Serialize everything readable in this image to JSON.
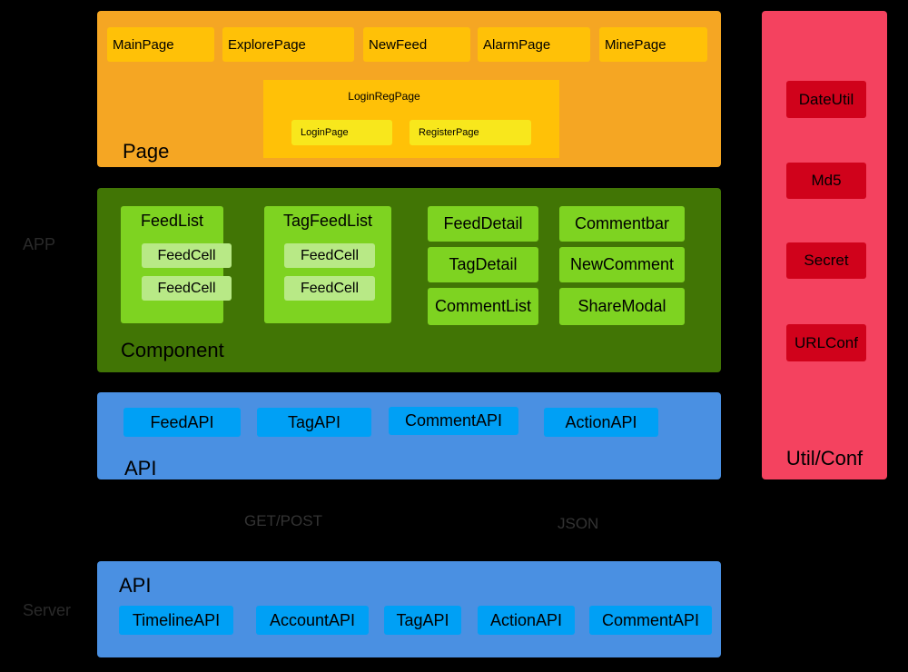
{
  "side_labels": {
    "app": "APP",
    "server": "Server"
  },
  "page_layer": {
    "title": "Page",
    "pages": [
      "MainPage",
      "ExplorePage",
      "NewFeed",
      "AlarmPage",
      "MinePage"
    ],
    "login_group": {
      "title": "LoginRegPage",
      "items": [
        "LoginPage",
        "RegisterPage"
      ]
    }
  },
  "component_layer": {
    "title": "Component",
    "feed_list": {
      "title": "FeedList",
      "cells": [
        "FeedCell",
        "FeedCell"
      ]
    },
    "tag_feed_list": {
      "title": "TagFeedList",
      "cells": [
        "FeedCell",
        "FeedCell"
      ]
    },
    "components": [
      "FeedDetail",
      "Commentbar",
      "TagDetail",
      "NewComment",
      "CommentList",
      "ShareModal"
    ]
  },
  "api_layer": {
    "title": "API",
    "items": [
      "FeedAPI",
      "TagAPI",
      "CommentAPI",
      "ActionAPI"
    ]
  },
  "network": {
    "request": "GET/POST",
    "response": "JSON"
  },
  "server_layer": {
    "title": "API",
    "items": [
      "TimelineAPI",
      "AccountAPI",
      "TagAPI",
      "ActionAPI",
      "CommentAPI"
    ]
  },
  "util_layer": {
    "title": "Util/Conf",
    "items": [
      "DateUtil",
      "Md5",
      "Secret",
      "URLConf"
    ]
  },
  "colors": {
    "page": "#f5a623",
    "page_chip": "#ffc107",
    "login_chip": "#f8e71c",
    "component": "#417505",
    "component_chip": "#7ed321",
    "cell_chip": "#b8e986",
    "api": "#4a90e2",
    "api_chip": "#00a0f5",
    "util": "#f4425f",
    "util_chip": "#d0021b",
    "background": "#000000"
  }
}
